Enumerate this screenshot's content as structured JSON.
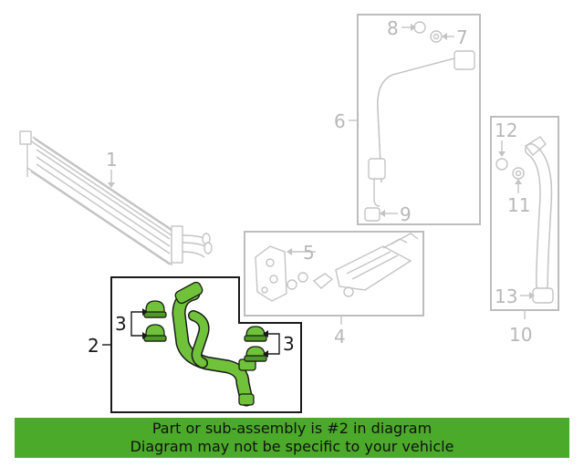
{
  "callouts": {
    "c1": "1",
    "c2": "2",
    "c3a": "3",
    "c3b": "3",
    "c4": "4",
    "c5": "5",
    "c6": "6",
    "c7": "7",
    "c8": "8",
    "c9": "9",
    "c10": "10",
    "c11": "11",
    "c12": "12",
    "c13": "13"
  },
  "banner": {
    "line1": "Part or sub-assembly is #2 in diagram",
    "line2": "Diagram may not be specific to your vehicle"
  },
  "colors": {
    "highlight": "#6fc23a",
    "banner": "#4caa2a",
    "callout_grey": "#b8b8b8"
  }
}
